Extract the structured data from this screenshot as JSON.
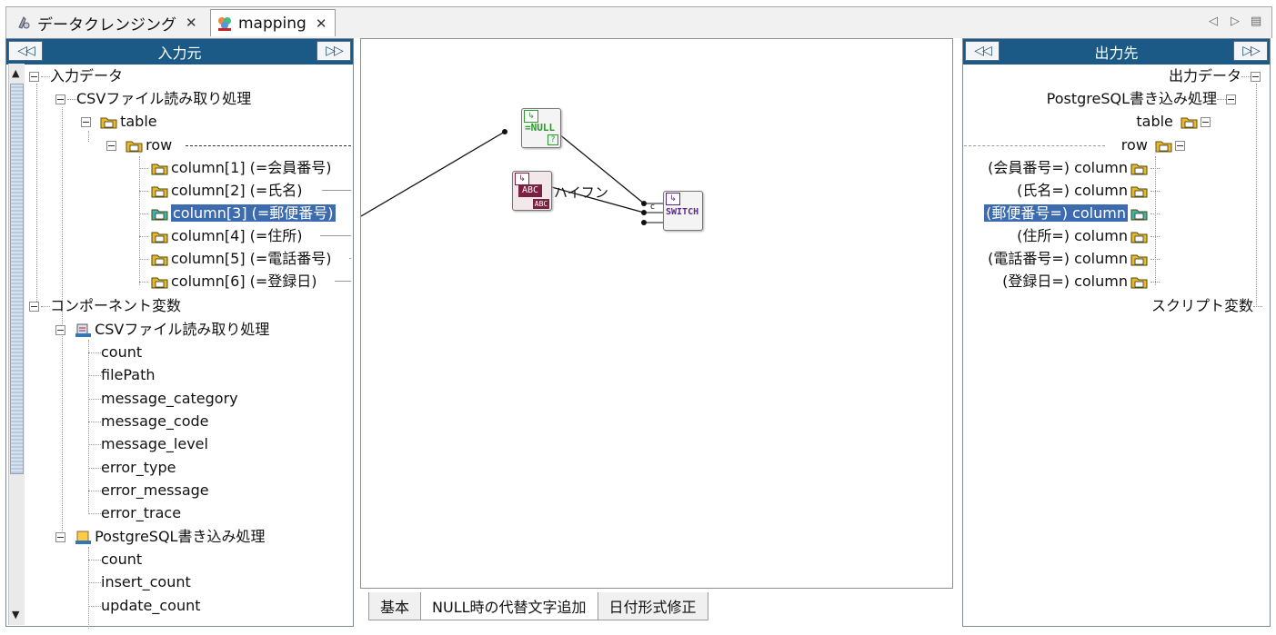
{
  "tabs": [
    {
      "label": "データクレンジング",
      "icon": "process-icon",
      "active": false
    },
    {
      "label": "mapping",
      "icon": "mapping-icon",
      "active": true
    }
  ],
  "input_panel": {
    "title": "入力元",
    "collapse_label": "◁◁",
    "expand_label": "▷▷",
    "tree": {
      "root": "入力データ",
      "source": "CSVファイル読み取り処理",
      "table": "table",
      "row": "row",
      "columns": [
        "column[1] (=会員番号)",
        "column[2] (=氏名)",
        "column[3] (=郵便番号)",
        "column[4] (=住所)",
        "column[5] (=電話番号)",
        "column[6] (=登録日)"
      ],
      "component_root": "コンポーネント変数",
      "csv_component": "CSVファイル読み取り処理",
      "csv_vars": [
        "count",
        "filePath",
        "message_category",
        "message_code",
        "message_level",
        "error_type",
        "error_message",
        "error_trace"
      ],
      "pg_component": "PostgreSQL書き込み処理",
      "pg_vars": [
        "count",
        "insert_count",
        "update_count"
      ]
    }
  },
  "output_panel": {
    "title": "出力先",
    "collapse_label": "◁◁",
    "expand_label": "▷▷",
    "tree": {
      "root": "出力データ",
      "target": "PostgreSQL書き込み処理",
      "table": "table",
      "row": "row",
      "columns": [
        "(会員番号=) column",
        "(氏名=) column",
        "(郵便番号=) column",
        "(住所=) column",
        "(電話番号=) column",
        "(登録日=) column"
      ],
      "script_vars": "スクリプト変数"
    }
  },
  "canvas": {
    "null_fn_label": "=NULL",
    "null_fn_sub": "?",
    "const_label": "ABC",
    "const_sub": "ABC",
    "const_name": "ハイフン",
    "switch_label": "SWITCH",
    "switch_port": "c"
  },
  "bottom_tabs": [
    "基本",
    "NULL時の代替文字追加",
    "日付形式修正"
  ],
  "selected_input_index": 2,
  "selected_output_index": 2,
  "colors": {
    "header_bg": "#1b5a86",
    "selection": "#3c6bb0",
    "folder": "#e8b92d"
  }
}
